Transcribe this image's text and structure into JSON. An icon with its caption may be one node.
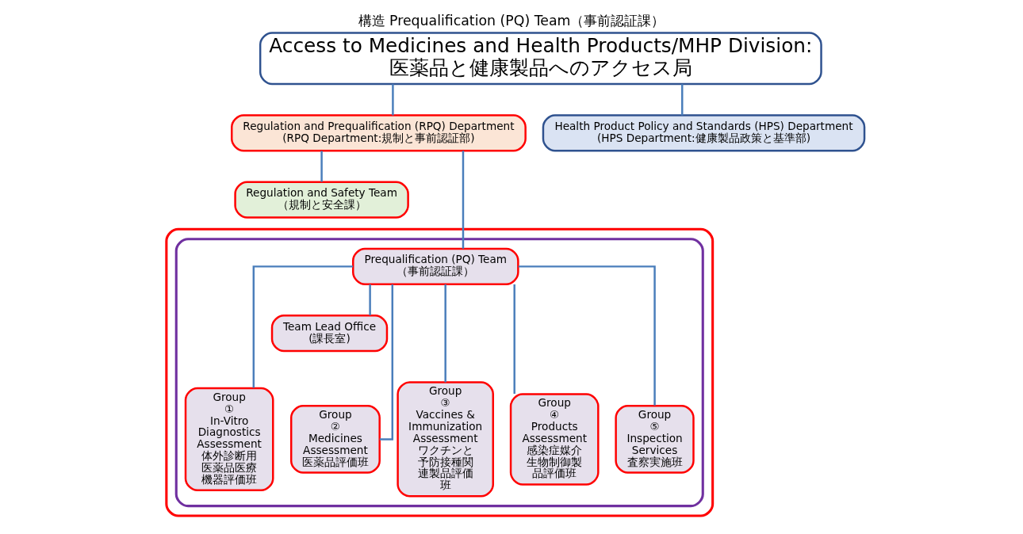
{
  "diagram": {
    "title": "構造 Prequalification (PQ) Team（事前認証課）",
    "nodes": [
      {
        "text": [
          "Access to Medicines and Health Products/MHP Division:",
          "医薬品と健康製品へのアクセス局"
        ]
      },
      {
        "text": [
          "Regulation and Prequalification (RPQ) Department",
          "(RPQ Department:規制と事前認証部)"
        ]
      },
      {
        "text": [
          "Health Product Policy and Standards (HPS) Department",
          "(HPS Department:健康製品政策と基準部)"
        ]
      },
      {
        "text": [
          "Regulation and Safety Team",
          "（規制と安全課）"
        ]
      },
      {
        "text": [],
        "shape": "box"
      },
      {
        "text": [],
        "shape": "box",
        "in": 4
      },
      {
        "text": [
          "Prequalification (PQ) Team",
          "（事前認証課）"
        ],
        "in": 5
      },
      {
        "text": [
          "Team Lead Office",
          "(課長室)"
        ],
        "in": 5
      },
      {
        "text": [
          "Group",
          "①",
          "In-Vitro Diagnostics Assessment",
          "体外診断用医薬品医療機器評価班"
        ],
        "in": 5
      },
      {
        "text": [
          "Group",
          "②",
          "Medicines Assessment",
          "医薬品評価班"
        ],
        "in": 5
      },
      {
        "text": [
          "Group",
          "③",
          "Vaccines & Immunization Assessment",
          "ワクチンと予防接種関連製品評価班"
        ],
        "in": 5
      },
      {
        "text": [
          "Group",
          "④",
          "Products Assessment",
          "感染症媒介生物制御製品評価班"
        ],
        "in": 5
      },
      {
        "text": [
          "Group",
          "⑤",
          "Inspection Services",
          "査察実施班"
        ],
        "in": 5
      }
    ],
    "edges": [
      {
        "from": 0,
        "to": 1,
        "arrow": "none"
      },
      {
        "from": 0,
        "to": 2,
        "arrow": "none"
      },
      {
        "from": 1,
        "to": 3,
        "arrow": "none"
      },
      {
        "from": 1,
        "to": 6,
        "arrow": "none"
      },
      {
        "from": 6,
        "to": 7,
        "arrow": "none"
      },
      {
        "from": 6,
        "to": 8,
        "arrow": "none"
      },
      {
        "from": 6,
        "to": 9,
        "arrow": "none"
      },
      {
        "from": 6,
        "to": 10,
        "arrow": "none"
      },
      {
        "from": 6,
        "to": 11,
        "arrow": "none"
      },
      {
        "from": 6,
        "to": 12,
        "arrow": "none"
      }
    ]
  }
}
